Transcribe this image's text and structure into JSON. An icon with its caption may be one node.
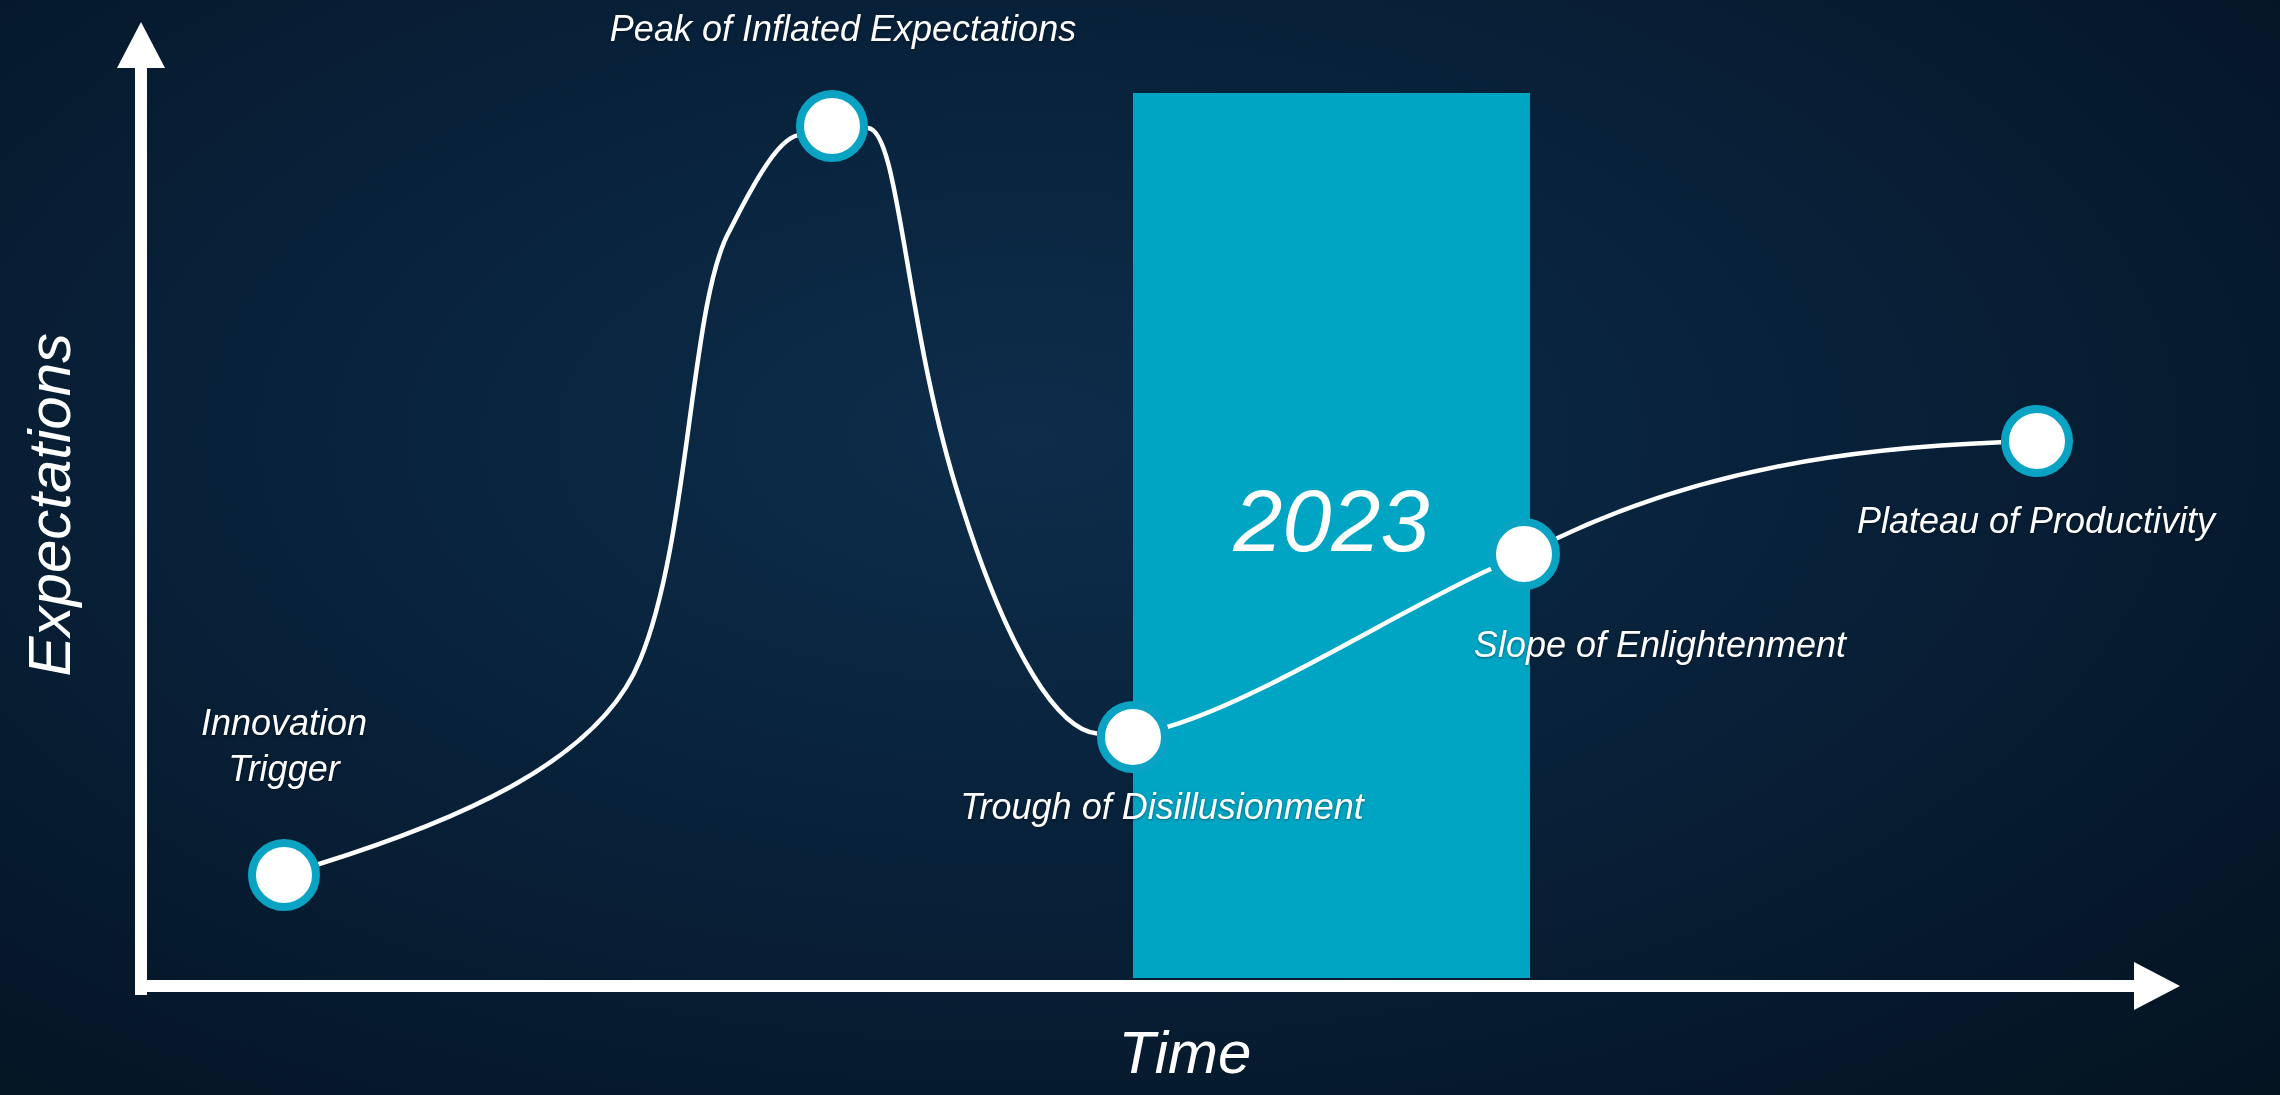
{
  "diagram": {
    "nodes": [
      {
        "text": [],
        "shape": "circle",
        "beside": [
          "Innovation Trigger"
        ]
      },
      {
        "text": [],
        "shape": "circle",
        "beside": [
          "Peak of Inflated Expectations"
        ]
      },
      {
        "text": [],
        "shape": "circle",
        "beside": [
          "Trough of Disillusionment"
        ]
      },
      {
        "text": [],
        "shape": "circle",
        "beside": [
          "Slope of Enlightenment"
        ]
      },
      {
        "text": [],
        "shape": "circle",
        "beside": [
          "Plateau of Productivity"
        ]
      }
    ],
    "edges": [
      {
        "from": 0,
        "to": 1,
        "arrow": "none"
      },
      {
        "from": 1,
        "to": 2,
        "arrow": "none"
      },
      {
        "from": 2,
        "to": 3,
        "arrow": "none"
      },
      {
        "from": 3,
        "to": 4,
        "arrow": "none"
      }
    ],
    "labels": [
      "2023",
      "Expectations",
      "Time"
    ]
  }
}
